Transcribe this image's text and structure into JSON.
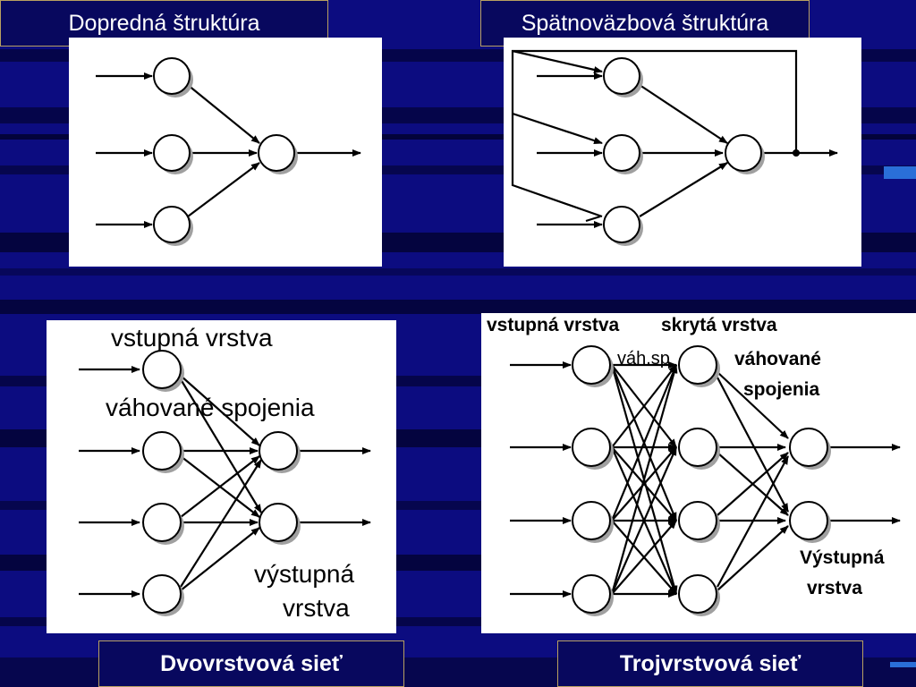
{
  "slide": {
    "top_left_title": "Dopredná štruktúra",
    "top_right_title": "Spätnoväzbová štruktúra",
    "bottom_left_caption": "Dvovrstvová sieť",
    "bottom_right_caption": "Trojvrstvová sieť"
  },
  "two_layer": {
    "input_layer": "vstupná vrstva",
    "weighted_connections": "váhované spojenia",
    "output_layer_line1": "výstupná",
    "output_layer_line2": "vrstva"
  },
  "three_layer": {
    "input_layer": "vstupná vrstva",
    "hidden_layer": "skrytá vrstva",
    "weighted_abbrev": "váh.sp",
    "weighted_line1": "váhované",
    "weighted_line2": "spojenia",
    "output_line1": "Výstupná",
    "output_line2": "vrstva"
  },
  "colors": {
    "background": "#0a0a7a",
    "title_border": "#b8a060",
    "neuron_fill": "#ffffff",
    "neuron_shadow": "#9a9a9a"
  }
}
